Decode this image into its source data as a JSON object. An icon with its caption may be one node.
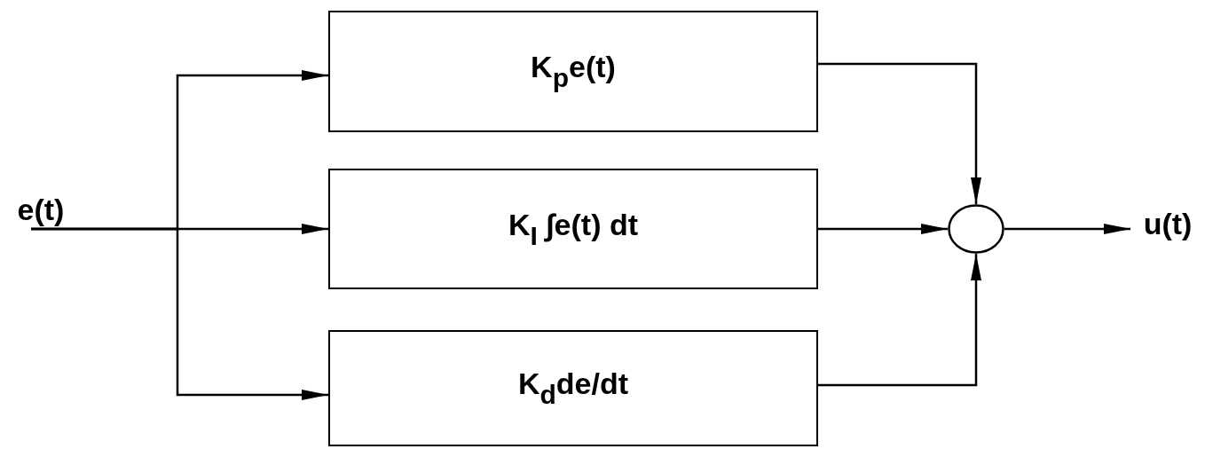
{
  "diagram": {
    "nodes": [
      {
        "text": [
          "e(t)"
        ]
      },
      {
        "text": [
          "K$_{p}$e(t)"
        ]
      },
      {
        "text": [
          "K$_{I}$ ∫e(t) dt"
        ]
      },
      {
        "text": [
          "K$_{d}$de/dt"
        ]
      },
      {
        "text": [],
        "shape": "circle"
      },
      {
        "text": [
          "u(t)"
        ]
      }
    ],
    "edges": [
      {
        "from": 0,
        "to": 1,
        "arrow": "to"
      },
      {
        "from": 0,
        "to": 2,
        "arrow": "to"
      },
      {
        "from": 0,
        "to": 3,
        "arrow": "to"
      },
      {
        "from": 1,
        "to": 4,
        "arrow": "to"
      },
      {
        "from": 2,
        "to": 4,
        "arrow": "to"
      },
      {
        "from": 3,
        "to": 4,
        "arrow": "to"
      },
      {
        "from": 4,
        "to": 5,
        "arrow": "to"
      }
    ]
  }
}
